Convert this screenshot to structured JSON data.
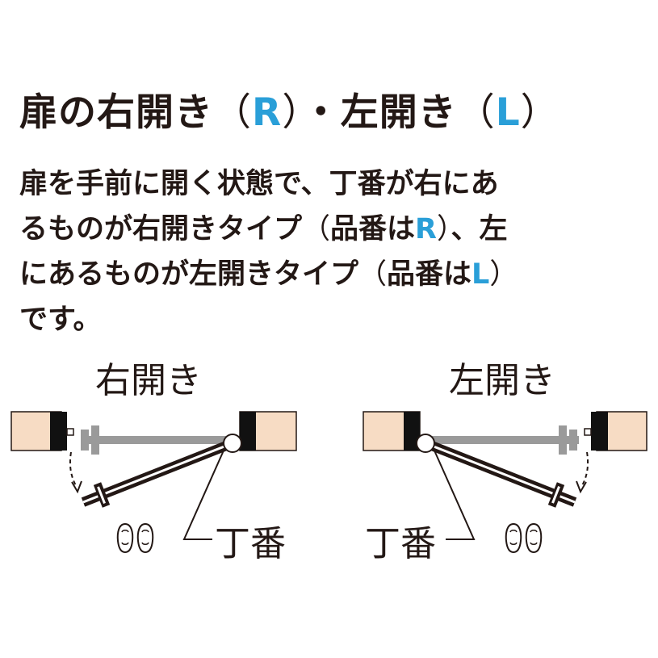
{
  "title": {
    "prefix": "扉の右開き",
    "r": "R",
    "middle": "・左開き",
    "l": "L"
  },
  "description": {
    "line1": "扉を手前に開く状態で、丁番が右にあ",
    "line2_a": "るものが右開きタイプ",
    "line2_b": "品番は",
    "line2_r": "R",
    "line2_c": "、左",
    "line3_a": "にあるものが左開きタイプ",
    "line3_b": "品番は",
    "line3_l": "L",
    "line4": "です。"
  },
  "left_diagram": {
    "label": "右開き",
    "hinge_label": "丁番"
  },
  "right_diagram": {
    "label": "左開き",
    "hinge_label": "丁番"
  },
  "colors": {
    "accent": "#2a9fd8",
    "wall": "#f7dcc4",
    "door_open": "#9a9a9a",
    "ink": "#231815"
  }
}
